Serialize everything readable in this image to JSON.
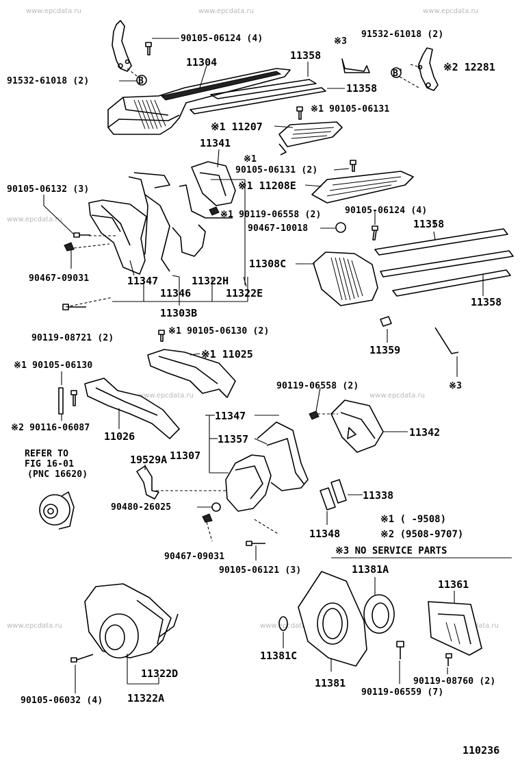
{
  "watermark": "www.epcdata.ru",
  "labels": {
    "l1": "90105-06124 (4)",
    "l2": "11304",
    "l3": "91532-61018 (2)",
    "l4": "※3",
    "l5": "91532-61018 (2)",
    "l6": "11358",
    "l7": "11358",
    "l8": "※2 12281",
    "l9": "※1 90105-06131",
    "l10": "※1 11207",
    "l11": "11341",
    "l12": "※1",
    "l13": "90105-06131 (2)",
    "l14": "※1 11208E",
    "l15": "90105-06132 (3)",
    "l16": "※1 90119-06558 (2)",
    "l17": "90105-06124 (4)",
    "l18": "90467-10018",
    "l19": "11358",
    "l20": "11308C",
    "l21": "90467-09031",
    "l22": "11347",
    "l23": "11322H",
    "l24": "11346",
    "l25": "11322E",
    "l26": "11303B",
    "l27": "11358",
    "l28": "90119-08721 (2)",
    "l29": "※1 90105-06130 (2)",
    "l30": "11359",
    "l31": "※1 11025",
    "l32": "※1 90105-06130",
    "l33": "※3",
    "l34": "90119-06558 (2)",
    "l35": "※2 90116-06087",
    "l36": "11026",
    "l37": "11347",
    "l38": "11342",
    "l39": "11357",
    "l40": "REFER TO",
    "l41": "FIG 16-01",
    "l42": "(PNC 16620)",
    "l43": "19529A",
    "l44": "11307",
    "l45": "11338",
    "l46": "90480-26025",
    "l47": "11348",
    "l48": "90467-09031",
    "l49": "90105-06121 (3)",
    "l50": "11381A",
    "l51": "11361",
    "l52": "11381C",
    "l53": "11322D",
    "l54": "11322A",
    "l55": "90105-06032 (4)",
    "l56": "11381",
    "l57": "90119-08760 (2)",
    "l58": "90119-06559 (7)"
  },
  "notes": {
    "n1": "※1 (     -9508)",
    "n2": "※2 (9508-9707)",
    "n3": "※3  NO SERVICE PARTS"
  },
  "badges": {
    "b1": "B",
    "b2": "B"
  },
  "figure_number": "110236"
}
